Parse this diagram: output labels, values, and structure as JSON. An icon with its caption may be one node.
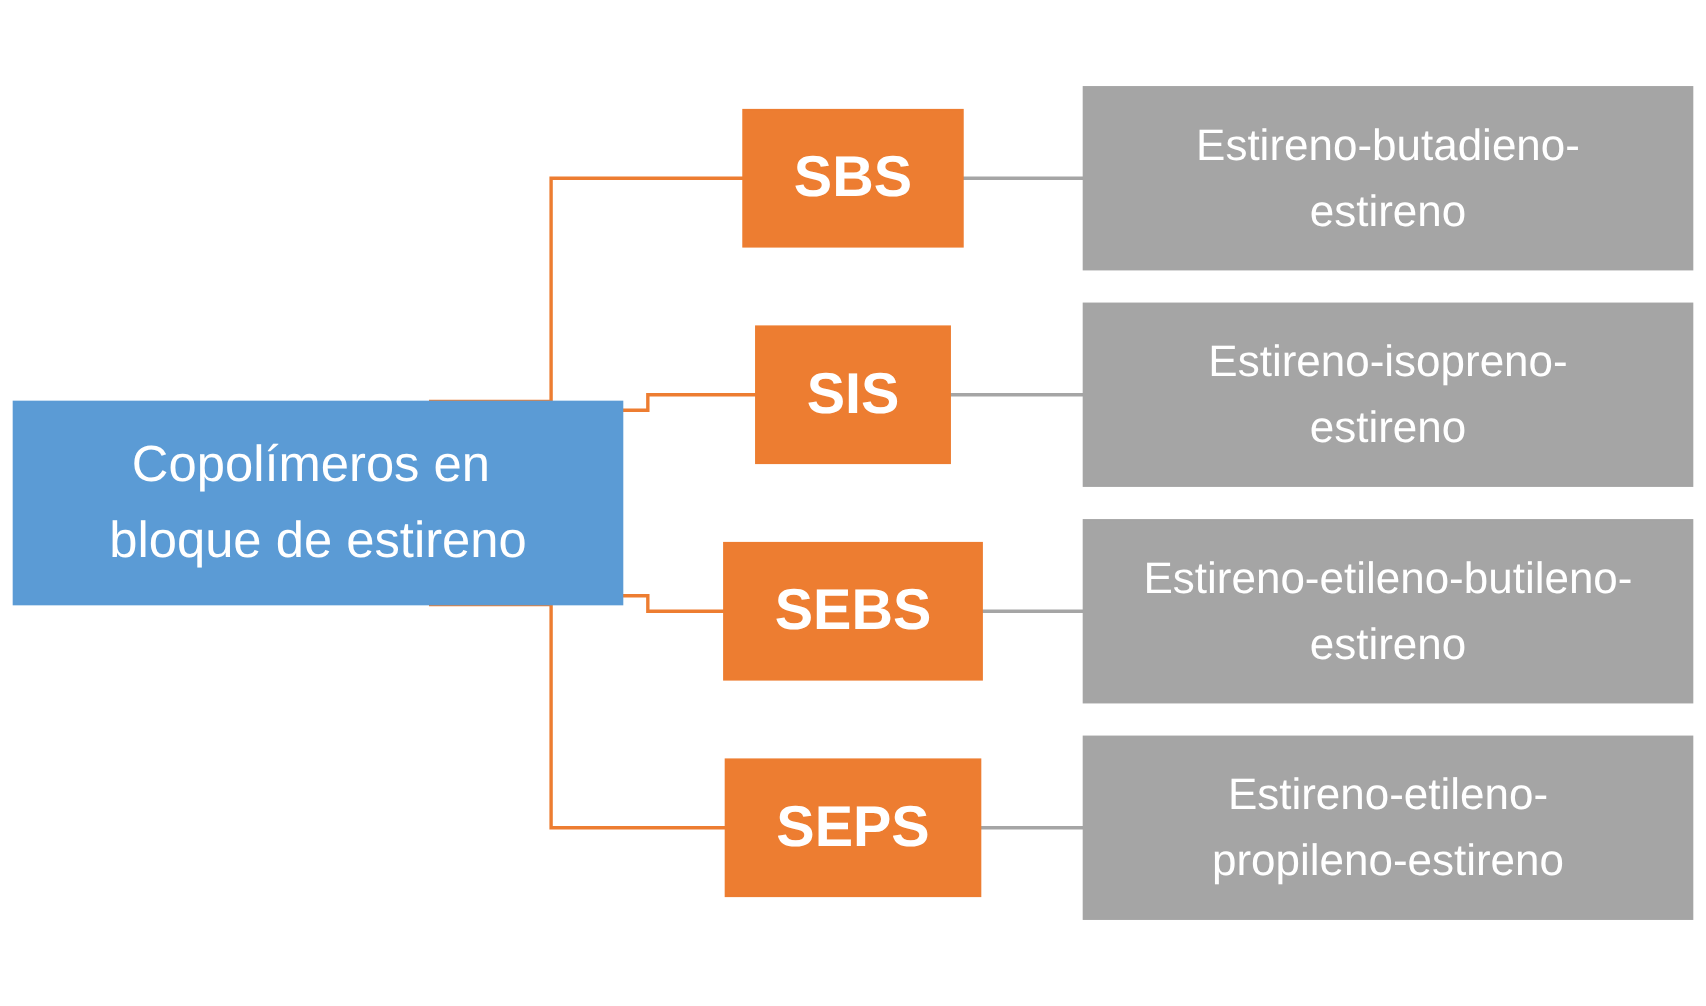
{
  "diagram": {
    "nodes": [
      {
        "text": [
          "Copolímeros en bloque de estireno"
        ]
      },
      {
        "text": [
          "SBS"
        ]
      },
      {
        "text": [
          "Estireno-butadieno-estireno"
        ]
      },
      {
        "text": [
          "SIS"
        ]
      },
      {
        "text": [
          "Estireno-isopreno-estireno"
        ]
      },
      {
        "text": [
          "SEBS"
        ]
      },
      {
        "text": [
          "Estireno-etileno-butileno-estireno"
        ]
      },
      {
        "text": [
          "SEPS"
        ]
      },
      {
        "text": [
          "Estireno-etileno-propileno-estireno"
        ]
      }
    ],
    "edges": [
      {
        "from": 0,
        "to": 1,
        "arrow": "none",
        "color": "#ed7d31"
      },
      {
        "from": 0,
        "to": 3,
        "arrow": "none",
        "color": "#ed7d31"
      },
      {
        "from": 0,
        "to": 5,
        "arrow": "none",
        "color": "#ed7d31"
      },
      {
        "from": 0,
        "to": 7,
        "arrow": "none",
        "color": "#ed7d31"
      },
      {
        "from": 1,
        "to": 2,
        "arrow": "none",
        "color": "#a5a5a5"
      },
      {
        "from": 3,
        "to": 4,
        "arrow": "none",
        "color": "#a5a5a5"
      },
      {
        "from": 5,
        "to": 6,
        "arrow": "none",
        "color": "#a5a5a5"
      },
      {
        "from": 7,
        "to": 8,
        "arrow": "none",
        "color": "#a5a5a5"
      }
    ]
  }
}
